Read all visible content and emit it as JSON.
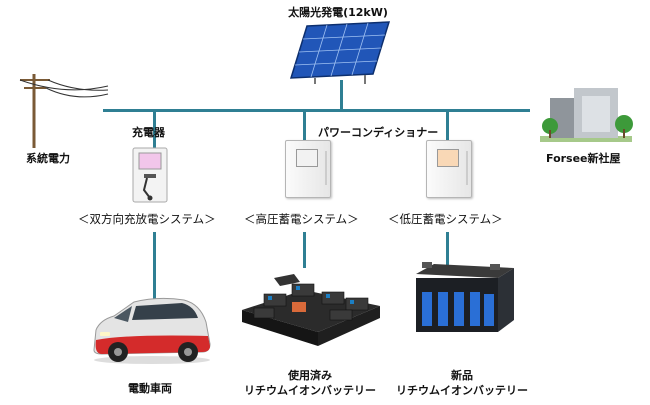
{
  "labels": {
    "solar": "太陽光発電(12kW)",
    "grid": "系統電力",
    "charger": "充電器",
    "pcs": "パワーコンディショナー",
    "building": "Forsee新社屋",
    "sys_bidirectional": "＜双方向充放電システム＞",
    "sys_high_voltage": "＜高圧蓄電システム＞",
    "sys_low_voltage": "＜低圧蓄電システム＞",
    "ev": "電動車両",
    "used_battery_line1": "使用済み",
    "used_battery_line2": "リチウムイオンバッテリー",
    "new_battery_line1": "新品",
    "new_battery_line2": "リチウムイオンバッテリー"
  },
  "colors": {
    "connector_line": "#2f7f93",
    "solar_panel": "#2156b8",
    "building": "#9ea3a8",
    "ev_body": "#d42b2b",
    "battery_cell": "#2a6fd6",
    "pcs_display_charger": "#f2c6ea",
    "pcs_display_high": "#f2f2f2",
    "pcs_display_low": "#f9d8b6"
  },
  "icons": [
    "solar-panel-icon",
    "utility-pole-icon",
    "building-icon",
    "charger-icon",
    "power-conditioner-icon",
    "electric-car-icon",
    "battery-pack-icon",
    "battery-icon"
  ]
}
